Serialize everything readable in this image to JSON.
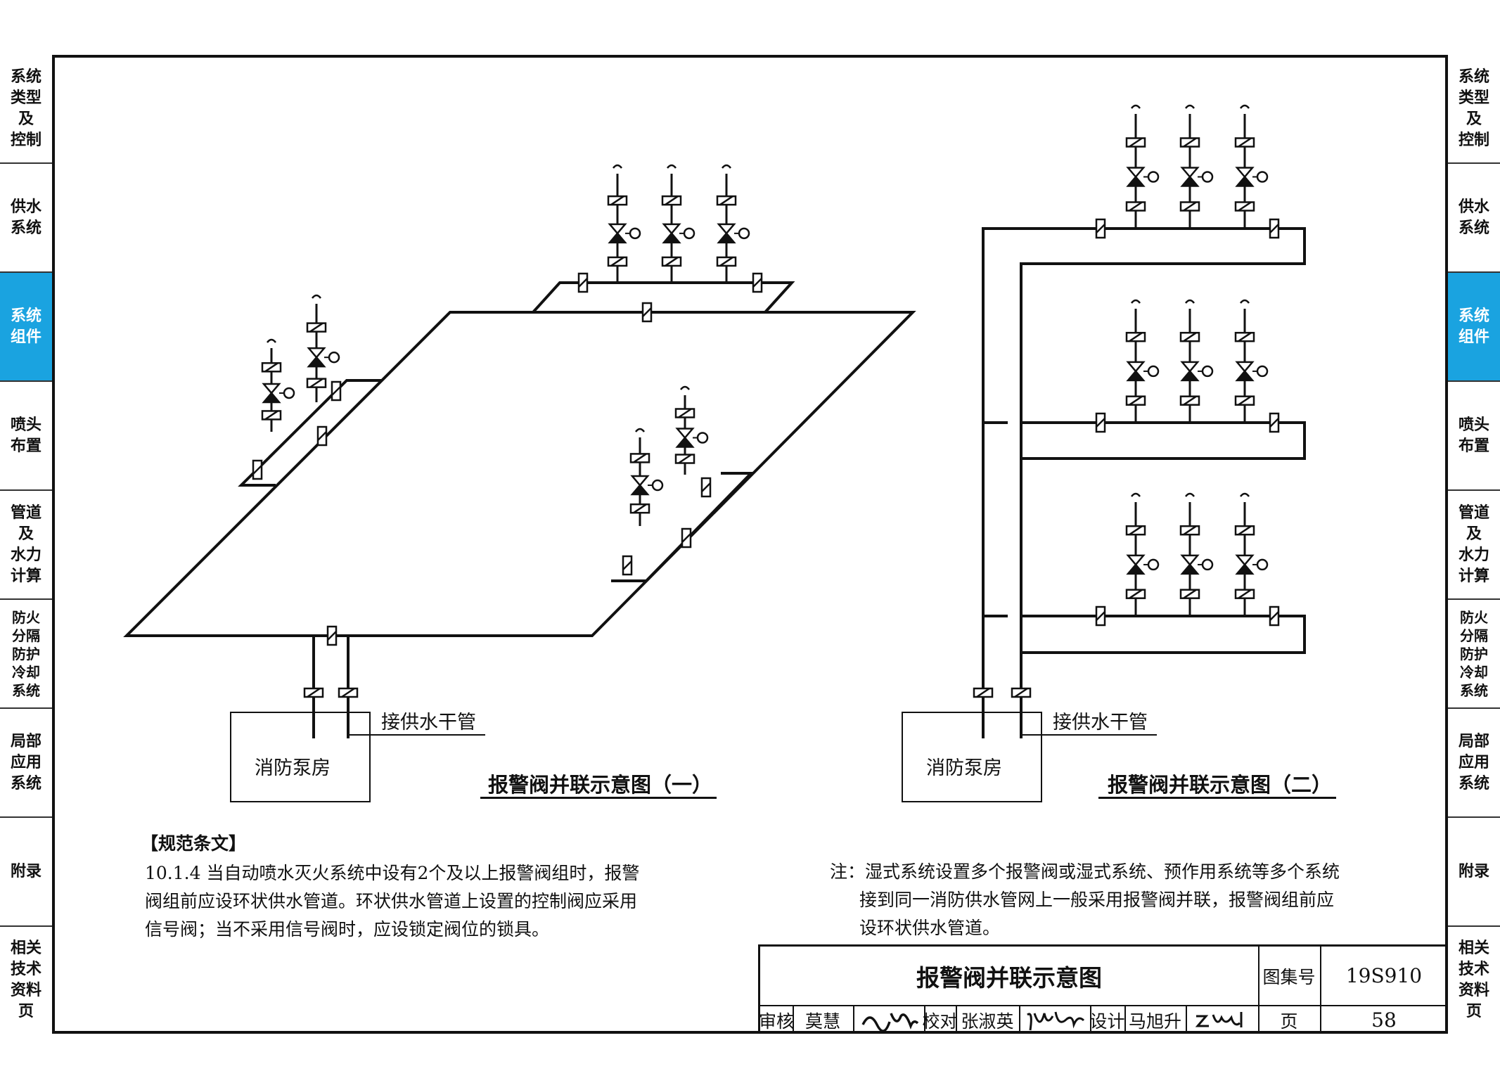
{
  "sidebar": {
    "items": [
      {
        "label": "系统\n类型\n及\n控制",
        "active": false
      },
      {
        "label": "供水\n系统",
        "active": false
      },
      {
        "label": "系统\n组件",
        "active": true
      },
      {
        "label": "喷头\n布置",
        "active": false
      },
      {
        "label": "管道\n及\n水力\n计算",
        "active": false
      },
      {
        "label": "防火\n分隔\n防护\n冷却\n系统",
        "active": false
      },
      {
        "label": "局部\n应用\n系统",
        "active": false
      },
      {
        "label": "附录",
        "active": false
      },
      {
        "label": "相关\n技术\n资料\n页",
        "active": false
      }
    ],
    "active_color": "#1aa3e0"
  },
  "diagram1": {
    "supply_label": "接供水干管",
    "room_label": "消防泵房",
    "title": "报警阀并联示意图（一）"
  },
  "diagram2": {
    "supply_label": "接供水干管",
    "room_label": "消防泵房",
    "title": "报警阀并联示意图（二）"
  },
  "spec": {
    "heading": "【规范条文】",
    "lines": [
      "10.1.4 当自动喷水灭火系统中设有2个及以上报警阀组时，报警",
      "阀组前应设环状供水管道。环状供水管道上设置的控制阀应采用",
      "信号阀；当不采用信号阀时，应设锁定阀位的锁具。"
    ]
  },
  "note": {
    "lines": [
      "注：湿式系统设置多个报警阀或湿式系统、预作用系统等多个系统",
      "接到同一消防供水管网上一般采用报警阀并联，报警阀组前应",
      "设环状供水管道。"
    ]
  },
  "title_block": {
    "title": "报警阀并联示意图",
    "atlas_label": "图集号",
    "atlas_no": "19S910",
    "review_label": "审核",
    "reviewer": "莫慧",
    "check_label": "校对",
    "checker": "张淑英",
    "design_label": "设计",
    "designer": "马旭升",
    "page_label": "页",
    "page_no": "58"
  }
}
